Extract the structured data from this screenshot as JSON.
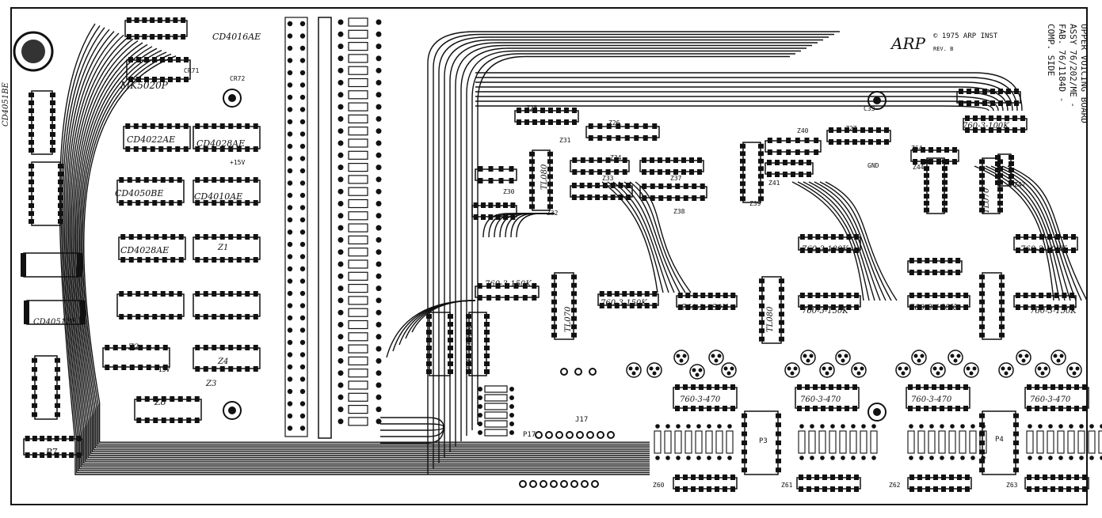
{
  "board": {
    "title_lines": [
      "UPPER VOICING BOARD",
      "ASSY 76/202/ME -",
      "FAB. 76/1184D -",
      "COMP. SIDE"
    ],
    "copyright": "© 1975 ARP INST",
    "logo_text": "ARP",
    "revision": "REV. B",
    "ink_color": "#111111",
    "paper_color": "#ffffff"
  },
  "chips": {
    "z1": "CD4016AE",
    "mk": "MK5020P",
    "cd4022_a": "CD4022AE",
    "cd4028_a": "CD4028AE",
    "cd4050_a": "CD4050BE",
    "cd4010": "CD4010AE",
    "cd4028_b": "CD4028AE",
    "left_strip_a": "CD4051BE",
    "left_strip_b": "CD4051BE",
    "p7": "P7",
    "z8": "Z8",
    "z2": "Z2",
    "z4": "Z4",
    "z3": "Z3",
    "z1b": "Z1",
    "r_net_24": "760-3-100K",
    "r_net_29": "760-3-150K",
    "r_net_35": "760-3-150K",
    "r_net_36": "760-3-150K",
    "r_net_42": "760-3-150K",
    "r_net_43": "760-3-150K",
    "r_net_49": "760-3-150K",
    "r_net_52": "760-3-100K",
    "r_net_53": "760-3-100K",
    "r_net_45": "760-3-100K",
    "r_net_56": "760-3-470",
    "r_net_57": "760-3-470",
    "r_net_58": "760-3-470",
    "r_net_59": "760-3-470",
    "tl_a": "TL080",
    "tl_b": "TL070",
    "tl_c": "TL080",
    "tl_d": "TL070"
  },
  "labels": {
    "plus15": "+15V",
    "minus15": "-15V",
    "gnd": "GND",
    "j17": "J17",
    "p17": "P17",
    "p3": "P3",
    "p4": "P4",
    "z25": "Z25",
    "z26": "Z26",
    "z27": "Z27",
    "z30": "Z30",
    "z31": "Z31",
    "z32": "Z32",
    "z33": "Z33",
    "z34": "Z34",
    "z37": "Z37",
    "z38": "Z38",
    "z39": "Z39",
    "z40": "Z40",
    "z41": "Z41",
    "z44": "Z44",
    "z47": "Z47",
    "z60": "Z60",
    "z61": "Z61",
    "z62": "Z62",
    "z63": "Z63",
    "z64": "Z64",
    "cr71": "CR71",
    "cr72": "CR72",
    "c33": "C33"
  }
}
